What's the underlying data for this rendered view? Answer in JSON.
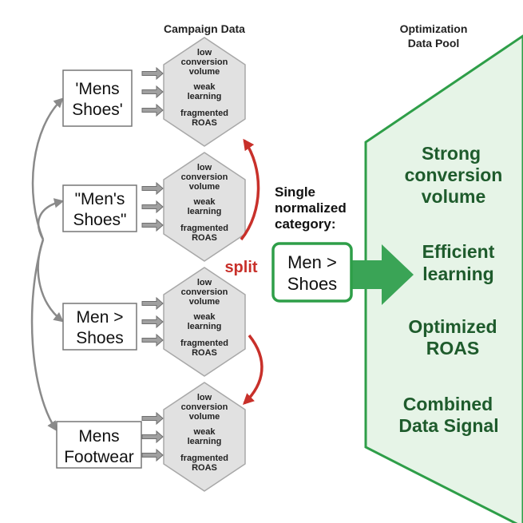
{
  "headers": {
    "campaign": "Campaign Data",
    "pool": [
      "Optimization",
      "Data Pool"
    ]
  },
  "sources": [
    {
      "lines": [
        "'Mens",
        "Shoes'"
      ]
    },
    {
      "lines": [
        "\"Men's",
        "Shoes\""
      ]
    },
    {
      "lines": [
        "Men >",
        "Shoes"
      ]
    },
    {
      "lines": [
        "Mens",
        "Footwear"
      ]
    }
  ],
  "hex_labels": [
    [
      "low",
      "conversion",
      "volume"
    ],
    [
      "weak",
      "learning"
    ],
    [
      "fragmented",
      "ROAS"
    ]
  ],
  "split_label": "split",
  "normalized": {
    "caption": [
      "Single",
      "normalized",
      "category:"
    ],
    "box": [
      "Men >",
      "Shoes"
    ]
  },
  "pool_items": [
    [
      "Strong",
      "conversion",
      "volume"
    ],
    [
      "Efficient",
      "learning"
    ],
    [
      "Optimized",
      "ROAS"
    ],
    [
      "Combined",
      "Data Signal"
    ]
  ],
  "colors": {
    "green_dark": "#1e5b2c",
    "green_border": "#2e9e48",
    "green_fill": "#e6f4e7",
    "arrow_green": "#3aa456",
    "split_red": "#c8302a",
    "hex_fill": "#e1e1e1",
    "hex_stroke": "#a8a8a8",
    "arrow_gray": "#909090"
  }
}
